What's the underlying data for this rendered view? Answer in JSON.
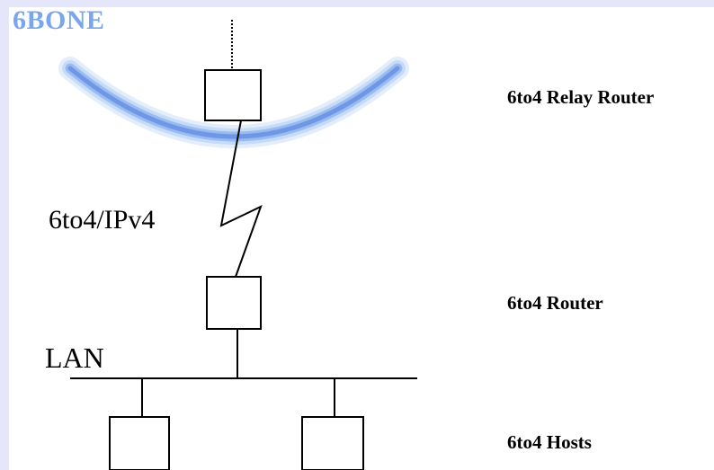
{
  "diagram": {
    "network_label": "6BONE",
    "link_label": "6to4/IPv4",
    "lan_label": "LAN",
    "roles": {
      "relay_router": "6to4 Relay Router",
      "router": "6to4 Router",
      "hosts": "6to4 Hosts"
    },
    "colors": {
      "background": "#e6e6fb",
      "canvas": "#ffffff",
      "arc_outer": "#cfe0f8",
      "arc_mid": "#a8c6f4",
      "arc_inner": "#6f97e6",
      "network_label": "#7aa6ee"
    }
  }
}
